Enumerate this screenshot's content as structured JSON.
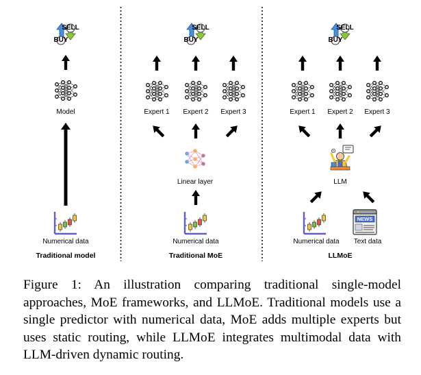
{
  "panels": [
    {
      "title": "Traditional model",
      "model_label": "Model",
      "input_label": "Numerical data"
    },
    {
      "title": "Traditional MoE",
      "router_label": "Linear layer",
      "input_label": "Numerical data",
      "experts": [
        "Expert 1",
        "Expert 2",
        "Expert 3"
      ]
    },
    {
      "title": "LLMoE",
      "router_label": "LLM",
      "input_label": "Numerical data",
      "text_input_label": "Text data",
      "experts": [
        "Expert 1",
        "Expert 2",
        "Expert 3"
      ]
    }
  ],
  "icons": {
    "buy": "BUY",
    "sell": "SELL",
    "news": "NEWS"
  },
  "colors": {
    "buy_arrow": "#4a90d9",
    "sell_arrow": "#8cc63f",
    "chart_axis": "#5b5fc7"
  },
  "caption": "Figure 1: An illustration comparing traditional single-model approaches, MoE frameworks, and LLMoE. Traditional models use a single predictor with numerical data, MoE adds multiple experts but uses static routing, while LLMoE integrates multimodal data with LLM-driven dynamic routing."
}
